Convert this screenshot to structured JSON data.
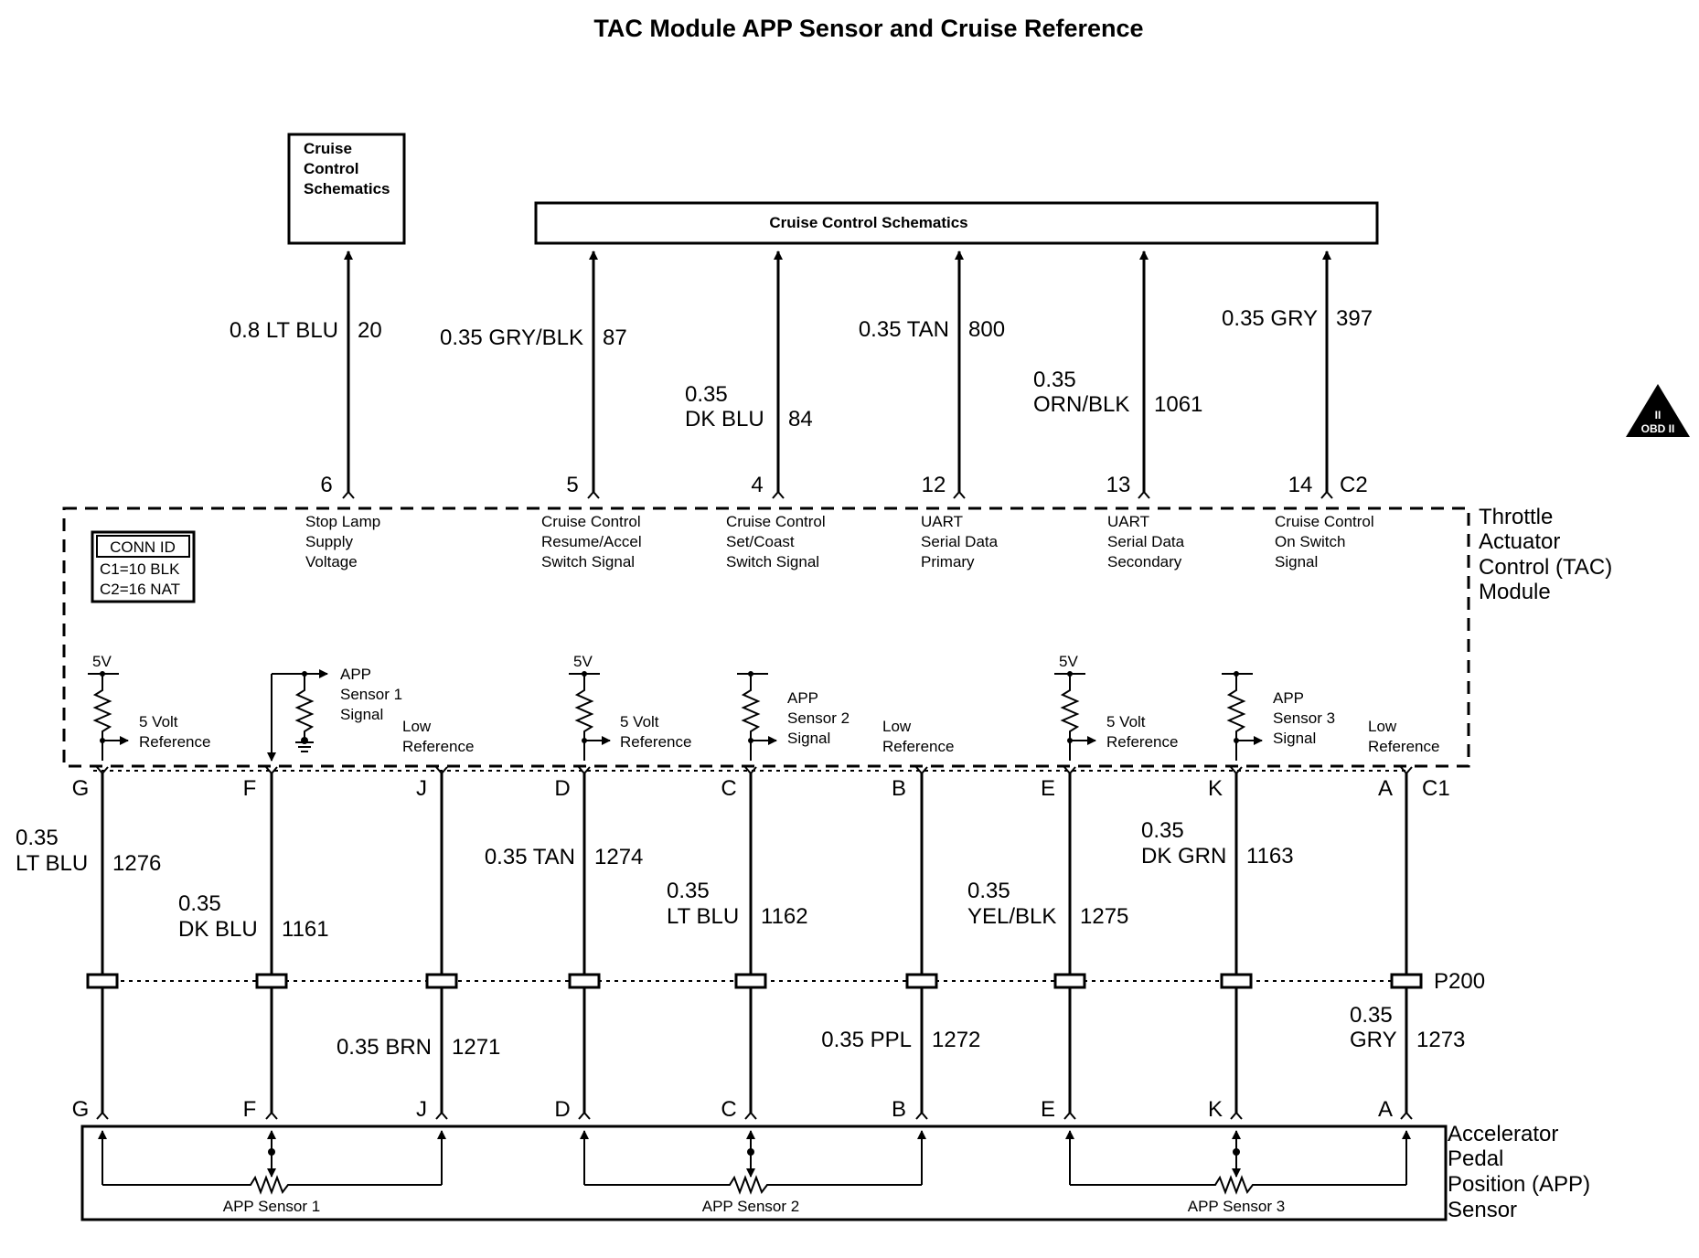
{
  "title": "TAC Module APP Sensor and Cruise Reference",
  "cruise_box_small": [
    "Cruise",
    "Control",
    "Schematics"
  ],
  "cruise_box_wide": "Cruise Control Schematics",
  "tac_module": {
    "label_lines": [
      "Throttle",
      "Actuator",
      "Control (TAC)",
      "Module"
    ],
    "connector_c2": "C2",
    "connector_c1": "C1"
  },
  "conn_id": {
    "title": "CONN ID",
    "lines": [
      "C1=10 BLK",
      "C2=16 NAT"
    ]
  },
  "c2_circuits": [
    {
      "pin": "6",
      "wire": [
        "0.8 LT BLU"
      ],
      "circuit": "20",
      "function": [
        "Stop Lamp",
        "Supply",
        "Voltage"
      ]
    },
    {
      "pin": "5",
      "wire": [
        "0.35 GRY/BLK"
      ],
      "circuit": "87",
      "function": [
        "Cruise Control",
        "Resume/Accel",
        "Switch Signal"
      ]
    },
    {
      "pin": "4",
      "wire": [
        "0.35",
        "DK BLU"
      ],
      "circuit": "84",
      "function": [
        "Cruise Control",
        "Set/Coast",
        "Switch Signal"
      ]
    },
    {
      "pin": "12",
      "wire": [
        "0.35 TAN"
      ],
      "circuit": "800",
      "function": [
        "UART",
        "Serial Data",
        "Primary"
      ]
    },
    {
      "pin": "13",
      "wire": [
        "0.35",
        "ORN/BLK"
      ],
      "circuit": "1061",
      "function": [
        "UART",
        "Serial Data",
        "Secondary"
      ]
    },
    {
      "pin": "14",
      "wire": [
        "0.35 GRY"
      ],
      "circuit": "397",
      "function": [
        "Cruise Control",
        "On Switch",
        "Signal"
      ]
    }
  ],
  "internal": {
    "five_v": "5V",
    "five_volt_reference": [
      "5 Volt",
      "Reference"
    ],
    "low_reference": [
      "Low",
      "Reference"
    ],
    "app1_signal": [
      "APP",
      "Sensor 1",
      "Signal"
    ],
    "app2_signal": [
      "APP",
      "Sensor 2",
      "Signal"
    ],
    "app3_signal": [
      "APP",
      "Sensor 3",
      "Signal"
    ]
  },
  "c1_pins": [
    "G",
    "F",
    "J",
    "D",
    "C",
    "B",
    "E",
    "K",
    "A"
  ],
  "upper_wires": [
    {
      "wire": [
        "0.35",
        "LT BLU"
      ],
      "circuit": "1276"
    },
    {
      "wire": [
        "0.35",
        "DK BLU"
      ],
      "circuit": "1161"
    },
    {
      "wire": [
        "0.35 TAN"
      ],
      "circuit": "1274"
    },
    {
      "wire": [
        "0.35",
        "LT BLU"
      ],
      "circuit": "1162"
    },
    {
      "wire": [
        "0.35",
        "YEL/BLK"
      ],
      "circuit": "1275"
    },
    {
      "wire": [
        "0.35",
        "DK GRN"
      ],
      "circuit": "1163"
    }
  ],
  "inline_connector": "P200",
  "lower_wires": [
    {
      "wire": [
        "0.35 BRN"
      ],
      "circuit": "1271"
    },
    {
      "wire": [
        "0.35 PPL"
      ],
      "circuit": "1272"
    },
    {
      "wire": [
        "0.35",
        "GRY"
      ],
      "circuit": "1273"
    }
  ],
  "app_sensor": {
    "label_lines": [
      "Accelerator",
      "Pedal",
      "Position (APP)",
      "Sensor"
    ],
    "sensors": [
      "APP Sensor 1",
      "APP Sensor 2",
      "APP Sensor 3"
    ]
  },
  "obd_logo": {
    "main": "II",
    "sub": "OBD II"
  }
}
